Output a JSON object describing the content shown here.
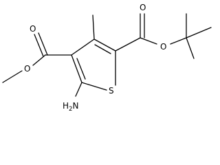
{
  "molecule": {
    "atoms": {
      "sulfur": "S",
      "amine": "H2N",
      "amine_parts": {
        "main": "H",
        "sub": "2",
        "tail": "N"
      },
      "ester_left": {
        "carbonyl_o": "O",
        "ether_o": "O"
      },
      "ester_right": {
        "carbonyl_o": "O",
        "ether_o": "O"
      }
    }
  }
}
